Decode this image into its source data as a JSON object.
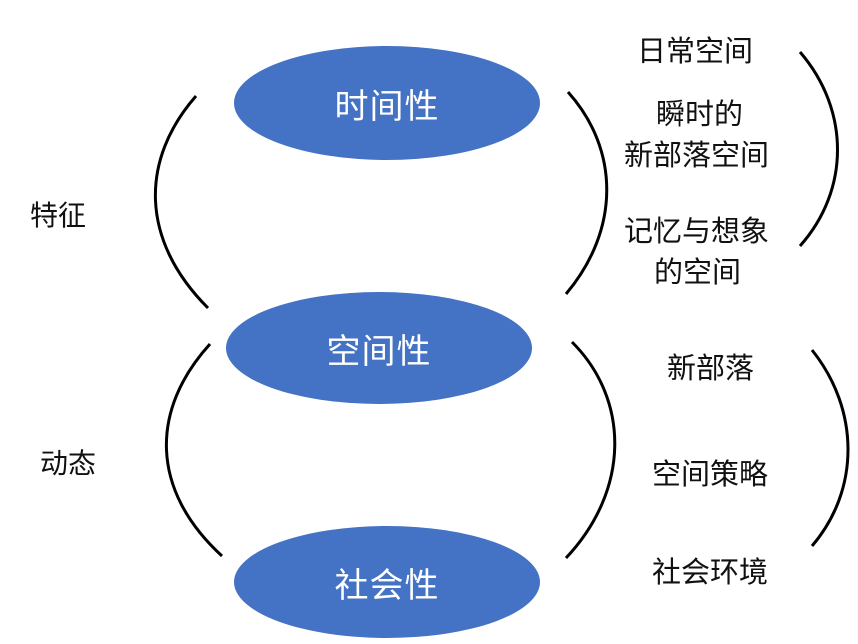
{
  "colors": {
    "ellipse_fill": "#4472c4",
    "ellipse_text": "#ffffff",
    "text": "#111111",
    "bracket": "#000000"
  },
  "nodes": {
    "time": "时间性",
    "space": "空间性",
    "social": "社会性"
  },
  "left_labels": {
    "feature": "特征",
    "dynamic": "动态"
  },
  "right_upper": {
    "item1": "日常空间",
    "item2_line1": "瞬时的",
    "item2_line2": "新部落空间",
    "item3_line1": "记忆与想象",
    "item3_line2": "的空间"
  },
  "right_lower": {
    "item1": "新部落",
    "item2": "空间策略",
    "item3": "社会环境"
  }
}
